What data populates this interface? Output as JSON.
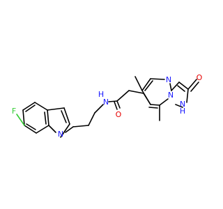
{
  "molecule": {
    "atoms": {
      "f": {
        "label": "F",
        "color": "#33cc33"
      },
      "n_indole": {
        "label": "N",
        "color": "#1a1aff"
      },
      "n_amide": {
        "label": "N",
        "color": "#1a1aff"
      },
      "h_amide": {
        "label": "H",
        "color": "#1a1aff"
      },
      "o_amide": {
        "label": "O",
        "color": "#e60000"
      },
      "n_pyrimidine": {
        "label": "N",
        "color": "#1a1aff"
      },
      "n_bridge": {
        "label": "N",
        "color": "#1a1aff"
      },
      "nh_pyrazole": {
        "label": "N",
        "color": "#1a1aff"
      },
      "h_pyrazole": {
        "label": "H",
        "color": "#1a1aff"
      },
      "o_keto": {
        "label": "O",
        "color": "#e60000"
      }
    }
  }
}
